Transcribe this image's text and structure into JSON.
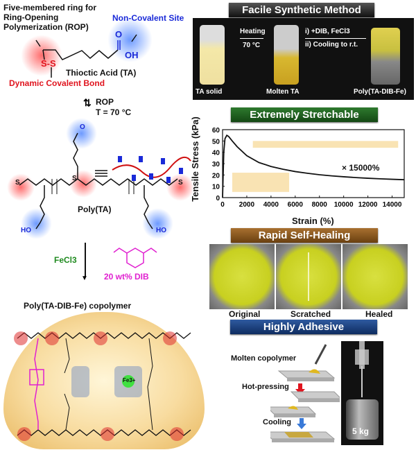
{
  "monomer": {
    "ring_note": "Five-membered ring for\nRing-Opening\nPolymerization (ROP)",
    "noncovalent_note": "Non-Covalent Site",
    "name": "Thioctic Acid (TA)",
    "dynamic_note": "Dynamic Covalent Bond",
    "ss_label": "S-S",
    "oh_label": "OH",
    "o_label": "O"
  },
  "reaction1": {
    "line1": "ROP",
    "line2": "T = 70 °C"
  },
  "polymer": {
    "name": "Poly(TA)",
    "ho_label": "HO",
    "s_label": "S",
    "o_label": "O"
  },
  "reaction2": {
    "catalyst": "FeCl3",
    "additive": "20 wt% DIB"
  },
  "copolymer": {
    "title": "Poly(TA-DIB-Fe) copolymer",
    "fe_label": "Fe3+"
  },
  "panels": {
    "synthesis": {
      "title": "Facile Synthetic Method",
      "step1": "Heating",
      "step1_temp": "70 °C",
      "step2_a": "i) +DIB, FeCl3",
      "step2_b": "ii) Cooling to r.t.",
      "labels": [
        "TA solid",
        "Molten TA",
        "Poly(TA-DIB-Fe)"
      ]
    },
    "stretch": {
      "title": "Extremely Stretchable",
      "annotation": "× 15000%"
    },
    "healing": {
      "title": "Rapid Self-Healing",
      "labels": [
        "Original",
        "Scratched",
        "Healed"
      ]
    },
    "adhesive": {
      "title": "Highly Adhesive",
      "step_molten": "Molten copolymer",
      "step_press": "Hot-pressing",
      "step_cool": "Cooling",
      "weight": "5 kg"
    }
  },
  "colors": {
    "red": "#e0141e",
    "blue": "#1a2ad8",
    "magenta": "#e020d0",
    "green_bar": "#1e5a1e",
    "brown_bar": "#8a5a22",
    "blue_bar": "#1c3f7a"
  },
  "chart_data": {
    "type": "line",
    "xlabel": "Strain (%)",
    "ylabel": "Tensile Stress (kPa)",
    "xlim": [
      0,
      15000
    ],
    "ylim": [
      0,
      60
    ],
    "xticks": [
      0,
      2000,
      4000,
      6000,
      8000,
      10000,
      12000,
      14000
    ],
    "yticks": [
      0,
      10,
      20,
      30,
      40,
      50,
      60
    ],
    "series": [
      {
        "name": "Poly(TA-DIB-Fe)",
        "x": [
          0,
          100,
          200,
          350,
          500,
          800,
          1200,
          2000,
          3000,
          4000,
          5000,
          6000,
          7000,
          8000,
          9000,
          10000,
          11000,
          12000,
          13000,
          14000,
          15000
        ],
        "y": [
          0,
          40,
          52,
          55,
          54,
          50,
          45,
          37,
          31,
          27.5,
          25,
          23,
          21.5,
          20.2,
          19.2,
          18.4,
          17.7,
          17.1,
          16.6,
          16.2,
          15.8
        ]
      }
    ]
  }
}
